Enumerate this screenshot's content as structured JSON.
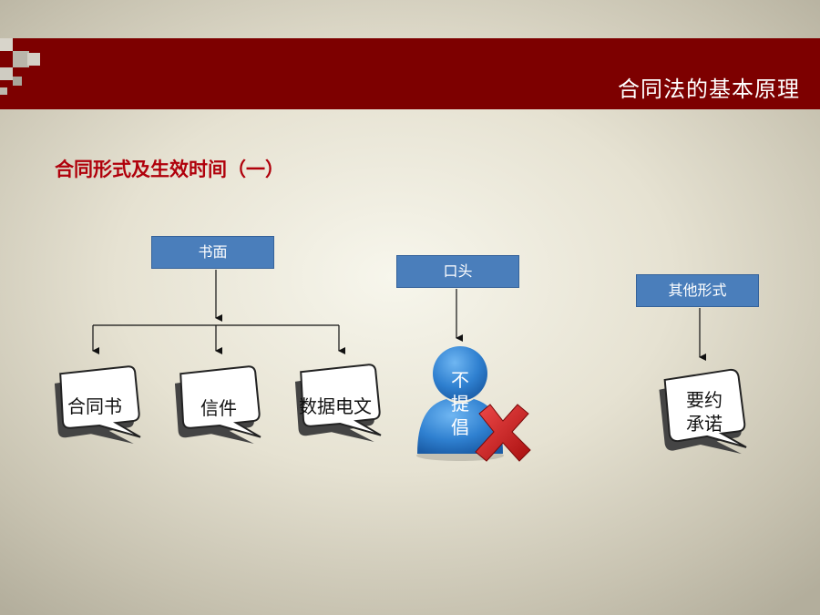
{
  "header": {
    "title": "合同法的基本原理"
  },
  "section": {
    "subtitle": "合同形式及生效时间（一）"
  },
  "categories": {
    "written": {
      "label": "书面",
      "children": [
        "合同书",
        "信件",
        "数据电文"
      ]
    },
    "oral": {
      "label": "口头",
      "note_lines": [
        "不",
        "提",
        "倡"
      ]
    },
    "other": {
      "label": "其他形式",
      "child_lines": [
        "要约",
        "承诺"
      ]
    }
  },
  "colors": {
    "header_bar": "#7d0000",
    "subtitle": "#b0000b",
    "box": "#4a7ebb",
    "person": "#2f80d0",
    "cross": "#c81818"
  },
  "icons": {
    "person": "person-icon",
    "cross": "cross-mark-icon"
  }
}
